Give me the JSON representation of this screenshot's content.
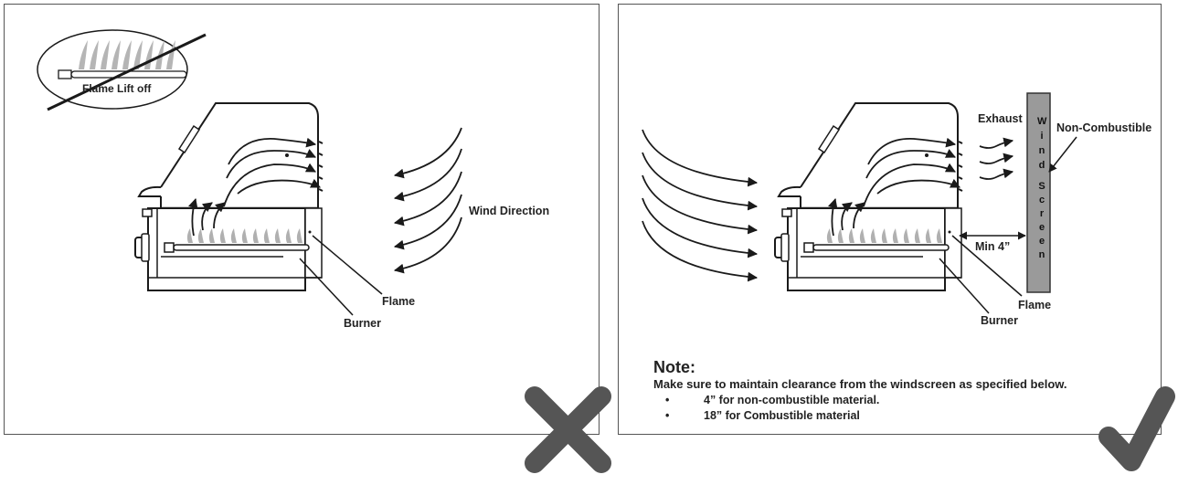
{
  "left_panel": {
    "inset_label": "Flame Lift off",
    "wind_label": "Wind Direction",
    "flame_label": "Flame",
    "burner_label": "Burner",
    "status_mark": "cross-mark-icon"
  },
  "right_panel": {
    "exhaust_label": "Exhaust",
    "non_combustible_label": "Non-Combustible",
    "min_label": "Min 4”",
    "flame_label": "Flame",
    "burner_label": "Burner",
    "screen_letters": [
      "W",
      "i",
      "n",
      "d",
      "S",
      "c",
      "r",
      "e",
      "e",
      "n"
    ],
    "status_mark": "check-mark-icon"
  },
  "note": {
    "title": "Note:",
    "text": "Make sure to maintain clearance from the windscreen as specified below.",
    "items": [
      "4” for non-combustible material.",
      "18” for Combustible material"
    ]
  },
  "colors": {
    "line": "#1a1a1a",
    "mark": "#555555",
    "screen": "#9a9a9a",
    "flame": "#a8a8a8"
  }
}
